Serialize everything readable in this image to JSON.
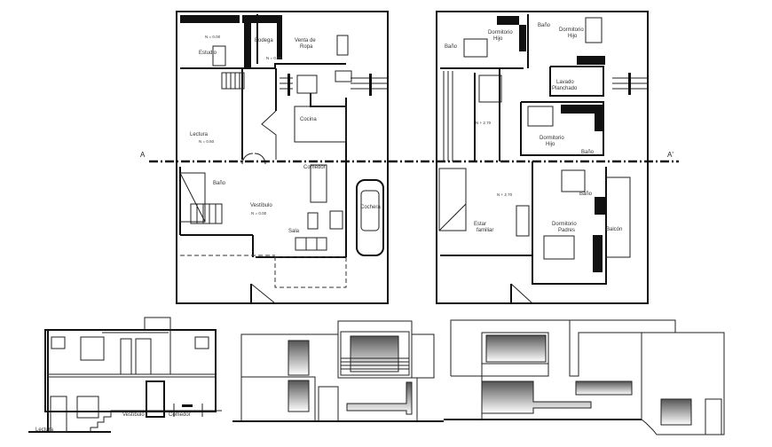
{
  "section_marks": {
    "start": "A",
    "end": "A'"
  },
  "ground_floor": {
    "rooms": [
      "Estudio",
      "Bodega",
      "Venta de",
      "Ropa",
      "Lectura",
      "Cocina",
      "Comedor",
      "Baño",
      "Vestíbulo",
      "Sala",
      "Cochera"
    ],
    "levels": [
      "N = 0.00",
      "N = 0.60",
      "N = 0.00",
      "N = 0.00"
    ]
  },
  "upper_floor": {
    "rooms": [
      "Baño",
      "Dormitorio",
      "Hijo",
      "Baño",
      "Dormitorio",
      "Hijo",
      "Lavado",
      "Planchado",
      "Dormitorio",
      "Hijo",
      "Baño",
      "Estar",
      "familiar",
      "Dormitorio",
      "Padres",
      "Baño",
      "Balcón"
    ],
    "levels": [
      "N + 2.70",
      "N + 2.70"
    ]
  },
  "section_elevation": {
    "labels": [
      "Lectura",
      "Vestíbulo",
      "Comedor"
    ]
  },
  "elevation_gradient": [
    "#555555",
    "#ffffff"
  ]
}
